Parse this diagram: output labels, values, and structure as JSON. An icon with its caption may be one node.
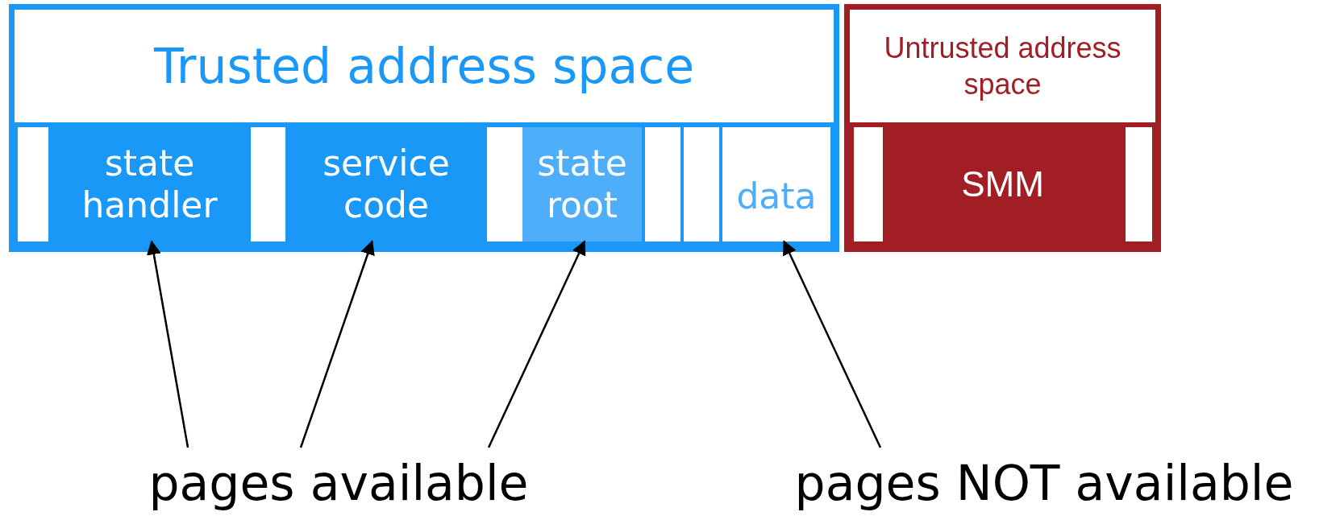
{
  "diagram": {
    "nodes": [
      {
        "text": [
          "Trusted address space"
        ]
      },
      {
        "text": [],
        "shape": "box",
        "in": 0
      },
      {
        "text": [
          "state handler"
        ],
        "in": 0
      },
      {
        "text": [],
        "shape": "box",
        "in": 0
      },
      {
        "text": [
          "service code"
        ],
        "in": 0
      },
      {
        "text": [],
        "shape": "box",
        "in": 0
      },
      {
        "text": [
          "state root"
        ],
        "in": 0
      },
      {
        "text": [],
        "shape": "box",
        "in": 0
      },
      {
        "text": [],
        "shape": "box",
        "in": 0
      },
      {
        "text": [
          "data"
        ],
        "in": 0
      },
      {
        "text": [
          "Untrusted address space"
        ]
      },
      {
        "text": [],
        "shape": "box",
        "in": 10
      },
      {
        "text": [
          "SMM"
        ],
        "in": 10
      },
      {
        "text": [],
        "shape": "box",
        "in": 10
      },
      {
        "text": [
          "pages available"
        ]
      },
      {
        "text": [
          "pages NOT available"
        ]
      }
    ],
    "edges": [
      {
        "from": 14,
        "to": 2,
        "arrow": "to"
      },
      {
        "from": 14,
        "to": 4,
        "arrow": "to"
      },
      {
        "from": 14,
        "to": 6,
        "arrow": "to"
      },
      {
        "from": 15,
        "to": 9,
        "arrow": "to"
      }
    ]
  }
}
